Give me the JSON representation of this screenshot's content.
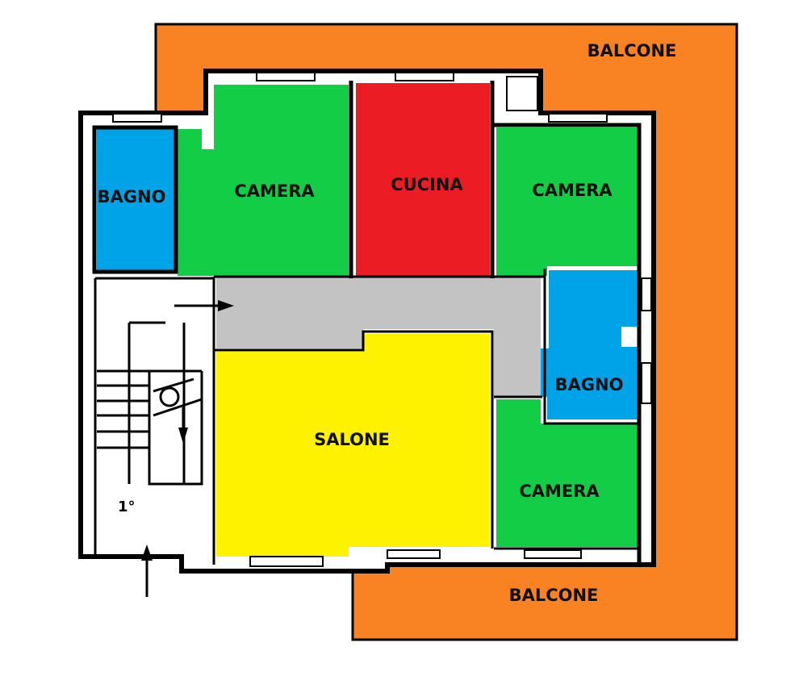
{
  "rooms": {
    "balcone_top": {
      "label": "BALCONE",
      "color": "#F98222"
    },
    "balcone_bottom": {
      "label": "BALCONE",
      "color": "#F98222"
    },
    "bagno_left": {
      "label": "BAGNO",
      "color": "#00A2E8"
    },
    "camera_top_left": {
      "label": "CAMERA",
      "color": "#12CD45"
    },
    "cucina": {
      "label": "CUCINA",
      "color": "#EC1C24"
    },
    "camera_top_right": {
      "label": "CAMERA",
      "color": "#12CD45"
    },
    "corridoio": {
      "color": "#C3C3C3"
    },
    "bagno_right": {
      "label": "BAGNO",
      "color": "#00A2E8"
    },
    "salone": {
      "label": "SALONE",
      "color": "#FFF200"
    },
    "camera_bottom_right": {
      "label": "CAMERA",
      "color": "#12CD45"
    }
  },
  "stairs": {
    "floor_mark": "1°"
  }
}
